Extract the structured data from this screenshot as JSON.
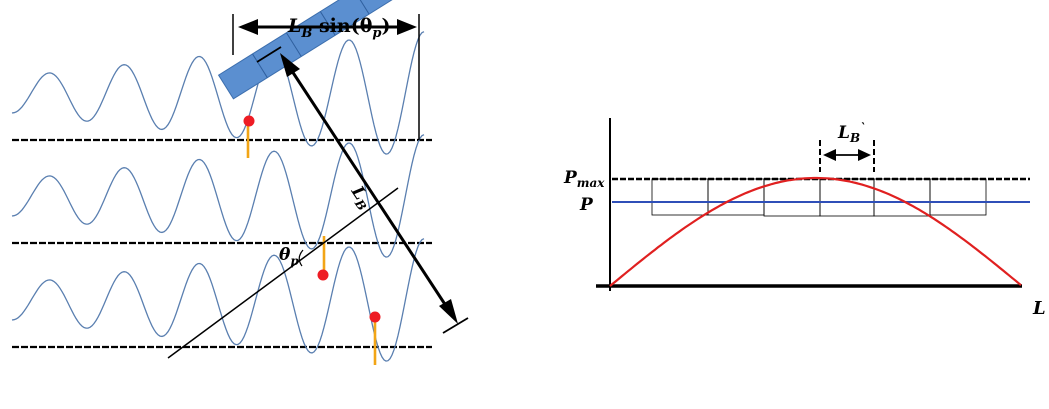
{
  "left_panel": {
    "projection_label": {
      "main": "L",
      "sub": "B",
      "func": " sin(θ",
      "sub2": "p",
      "close": ")"
    },
    "length_label": {
      "main": "L",
      "sub": "B"
    },
    "angle_label": {
      "main": "θ",
      "sub": "p"
    }
  },
  "right_panel": {
    "segment_label": {
      "main": "L",
      "sub": "B",
      "accent": "`"
    },
    "pmax_label": {
      "main": "P",
      "sub": "max"
    },
    "p_label": "P",
    "x_axis_label": "L"
  },
  "colors": {
    "wave": "#5a7fb0",
    "grating_fill": "#5b8fd0",
    "grating_stroke": "#3d6fae",
    "marker_dot": "#ee1c24",
    "marker_line": "#f2a516",
    "curve": "#e02020",
    "p_line": "#2f4fb8",
    "ink": "#000000"
  }
}
